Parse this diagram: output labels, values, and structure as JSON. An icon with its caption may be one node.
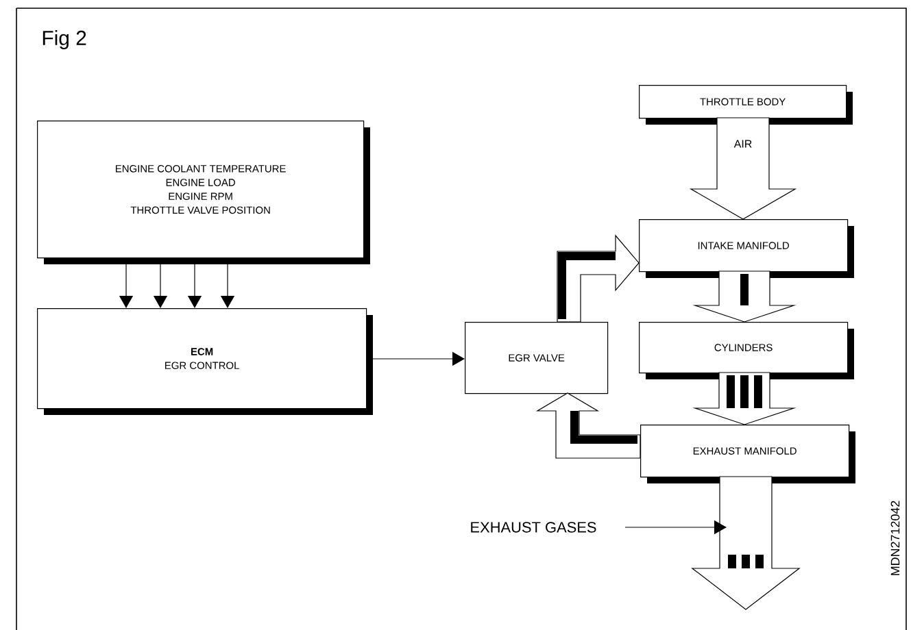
{
  "diagram": {
    "title": "Fig 2",
    "nodes": [
      {
        "text": [
          "ENGINE COOLANT TEMPERATURE",
          "ENGINE LOAD",
          "ENGINE RPM",
          "THROTTLE VALVE POSITION"
        ]
      },
      {
        "text": [
          "ECM",
          "EGR CONTROL"
        ]
      },
      {
        "text": [
          "THROTTLE BODY"
        ]
      },
      {
        "text": [
          "INTAKE MANIFOLD"
        ]
      },
      {
        "text": [
          "EGR VALVE"
        ]
      },
      {
        "text": [
          "CYLINDERS"
        ]
      },
      {
        "text": [
          "EXHAUST MANIFOLD"
        ]
      },
      {
        "text": [
          "EXHAUST GASES"
        ]
      }
    ],
    "edges": [
      {
        "from": 0,
        "to": 1,
        "arrow": "to"
      },
      {
        "from": 0,
        "to": 1,
        "arrow": "to"
      },
      {
        "from": 0,
        "to": 1,
        "arrow": "to"
      },
      {
        "from": 0,
        "to": 1,
        "arrow": "to"
      },
      {
        "from": 1,
        "to": 4,
        "arrow": "to"
      },
      {
        "from": 2,
        "to": 3,
        "arrow": "to",
        "style": "thick",
        "label": "AIR"
      },
      {
        "from": 3,
        "to": 5,
        "arrow": "to",
        "style": "thick"
      },
      {
        "from": 5,
        "to": 6,
        "arrow": "to",
        "style": "thick"
      },
      {
        "from": 6,
        "to": null,
        "arrow": "to",
        "style": "thick"
      },
      {
        "from": 6,
        "to": 4,
        "arrow": "to",
        "style": "thick"
      },
      {
        "from": 4,
        "to": 3,
        "arrow": "to",
        "style": "thick"
      },
      {
        "from": 7,
        "to": null,
        "arrow": "to"
      }
    ],
    "labels": [
      "MDN2712042"
    ]
  }
}
